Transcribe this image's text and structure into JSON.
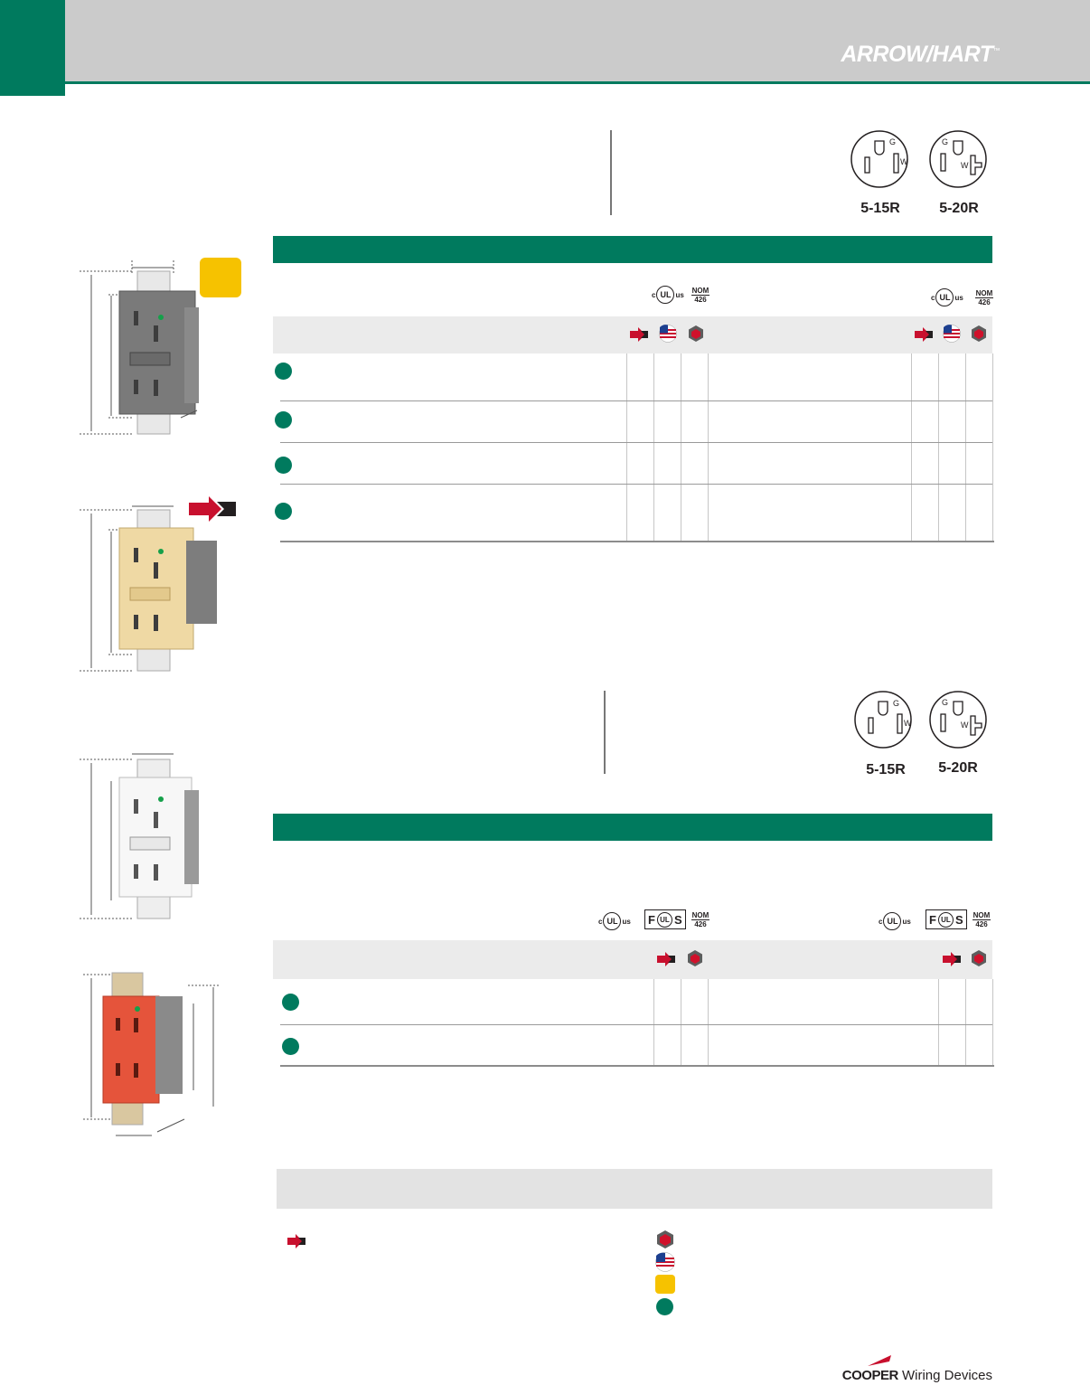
{
  "header": {
    "brand": "ARROW/HART",
    "brand_tm": "™"
  },
  "receptacles": {
    "top": [
      {
        "label": "5-15R",
        "g": "G",
        "w": "W"
      },
      {
        "label": "5-20R",
        "g": "G",
        "w": "W"
      }
    ],
    "bottom": [
      {
        "label": "5-15R",
        "g": "G",
        "w": "W"
      },
      {
        "label": "5-20R",
        "g": "G",
        "w": "W"
      }
    ]
  },
  "certifications": {
    "c": "c",
    "ul": "UL",
    "us": "us",
    "nom_top": "NOM",
    "nom_bottom": "426",
    "fuls_f": "F",
    "fuls_ul": "UL",
    "fuls_s": "S"
  },
  "icon_names": {
    "arrow": "red-arrow-icon",
    "flag": "us-flag-icon",
    "cube": "red-cube-icon",
    "tr": "tr-badge-icon",
    "dot": "green-dot-icon"
  },
  "colors": {
    "brand_green": "#007a5e",
    "header_gray": "#cbcbcb",
    "arrow_red": "#c8102e",
    "tr_yellow": "#f6c200"
  },
  "products": {
    "gray_device": "gray",
    "ivory_device": "ivory",
    "white_device": "white",
    "red_device": "red"
  },
  "footer": {
    "brand_bold": "COOPER",
    "brand_rest": " Wiring Devices"
  }
}
